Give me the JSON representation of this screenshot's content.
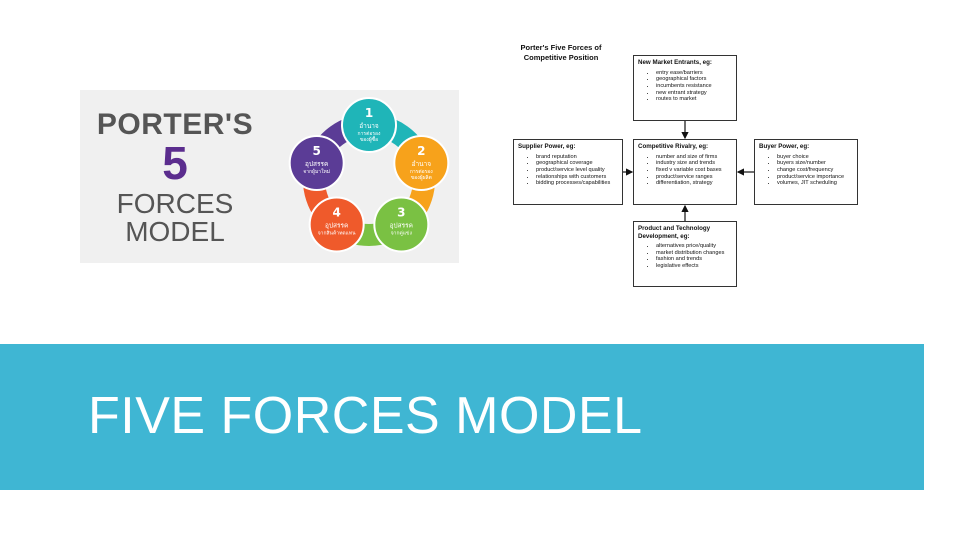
{
  "porter_image": {
    "line1": "PORTER'S",
    "line2": "5",
    "line3": "FORCES",
    "line4": "MODEL",
    "wheel": [
      {
        "num": "1",
        "t1": "อำนาจ",
        "t2": "การต่อรอง",
        "t3": "ของผู้ซื้อ",
        "color": "#1fb5b8"
      },
      {
        "num": "2",
        "t1": "อำนาจ",
        "t2": "การต่อรอง",
        "t3": "ของผู้ผลิต",
        "color": "#f7a21b"
      },
      {
        "num": "3",
        "t1": "อุปสรรค",
        "t2": "จากคู่แข่ง",
        "t3": "",
        "color": "#7ac143"
      },
      {
        "num": "4",
        "t1": "อุปสรรค",
        "t2": "จากสินค้าทดแทน",
        "t3": "",
        "color": "#ef5a2b"
      },
      {
        "num": "5",
        "t1": "อุปสรรค",
        "t2": "จากผู้มาใหม่",
        "t3": "",
        "color": "#5b3c96"
      }
    ]
  },
  "diagram": {
    "title_line1": "Porter's Five Forces of",
    "title_line2": "Competitive Position",
    "new_entrants": {
      "title": "New Market Entrants, eg:",
      "items": [
        "entry ease/barriers",
        "geographical factors",
        "incumbents resistance",
        "new entrant strategy",
        "routes to market"
      ]
    },
    "supplier": {
      "title": "Supplier Power, eg:",
      "items": [
        "brand reputation",
        "geographical coverage",
        "product/service level quality",
        "relationships with customers",
        "bidding processes/capabilities"
      ]
    },
    "rivalry": {
      "title": "Competitive Rivalry, eg:",
      "items": [
        "number and size of firms",
        "industry size and trends",
        "fixed v variable cost bases",
        "product/service ranges",
        "differentiation, strategy"
      ]
    },
    "buyer": {
      "title": "Buyer Power, eg:",
      "items": [
        "buyer choice",
        "buyers size/number",
        "change cost/frequency",
        "product/service importance",
        "volumes, JIT scheduling"
      ]
    },
    "product_tech": {
      "title_line1": "Product and Technology",
      "title_line2": "Development, eg:",
      "items": [
        "alternatives price/quality",
        "market distribution changes",
        "fashion and trends",
        "legislative effects"
      ]
    }
  },
  "band": {
    "title": "FIVE FORCES MODEL",
    "color": "#3fb6d3"
  }
}
